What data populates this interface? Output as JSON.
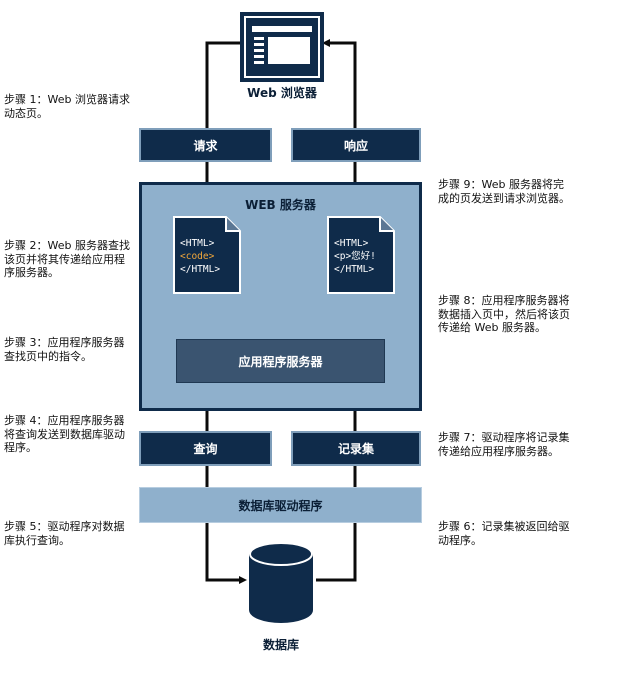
{
  "browser": {
    "label": "Web 浏览器"
  },
  "request_label": "请求",
  "response_label": "响应",
  "server": {
    "title": "WEB 服务器"
  },
  "doc_left": {
    "lines": [
      "<HTML>",
      "<code>",
      "</HTML>"
    ]
  },
  "doc_right": {
    "lines": [
      "<HTML>",
      "<p>您好!",
      "</HTML>"
    ]
  },
  "app_server_label": "应用程序服务器",
  "query_label": "查询",
  "recordset_label": "记录集",
  "db_driver_label": "数据库驱动程序",
  "database_label": "数据库",
  "steps": {
    "s1": "步骤 1：Web 浏览器请求动态页。",
    "s2": "步骤 2：Web 服务器查找该页并将其传递给应用程序服务器。",
    "s3": "步骤 3：应用程序服务器查找页中的指令。",
    "s4": "步骤 4：应用程序服务器将查询发送到数据库驱动程序。",
    "s5": "步骤 5：驱动程序对数据库执行查询。",
    "s6": "步骤 6：记录集被返回给驱动程序。",
    "s7": "步骤 7：驱动程序将记录集传递给应用程序服务器。",
    "s8": "步骤 8：应用程序服务器将数据插入页中，然后将该页传递给 Web 服务器。",
    "s9": "步骤 9：Web 服务器将完成的页发送到请求浏览器。"
  },
  "colors": {
    "navy": "#0f2b4a",
    "panel": "#8fb0cc",
    "code_accent": "#f0a63a"
  }
}
